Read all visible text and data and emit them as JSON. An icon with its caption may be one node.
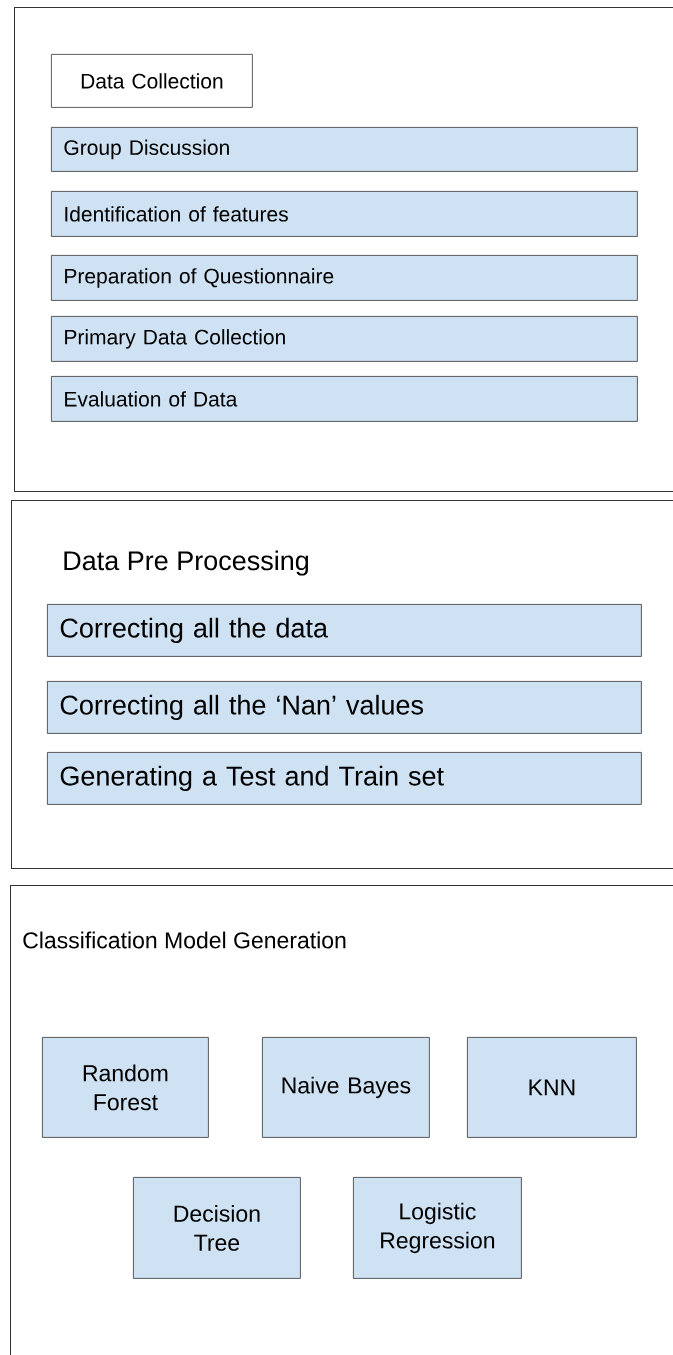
{
  "diagram": {
    "nodes": [
      {
        "text": [],
        "shape": "box"
      },
      {
        "text": [
          "Data Collection"
        ],
        "in": 0
      },
      {
        "text": [
          "Group Discussion"
        ],
        "in": 0
      },
      {
        "text": [
          "Identification of features"
        ],
        "in": 0
      },
      {
        "text": [
          "Preparation of Questionnaire"
        ],
        "in": 0
      },
      {
        "text": [
          "Primary Data Collection"
        ],
        "in": 0
      },
      {
        "text": [
          "Evaluation of Data"
        ],
        "in": 0
      },
      {
        "text": [
          "Data Pre Processing"
        ]
      },
      {
        "text": [
          "Correcting all the data"
        ],
        "in": 7
      },
      {
        "text": [
          "Correcting  all the ‘Nan’ values"
        ],
        "in": 7
      },
      {
        "text": [
          "Generating a Test and Train set"
        ],
        "in": 7
      },
      {
        "text": [
          "Classification Model Generation"
        ]
      },
      {
        "text": [
          "Random Forest"
        ],
        "in": 11
      },
      {
        "text": [
          "Naive Bayes"
        ],
        "in": 11
      },
      {
        "text": [
          "KNN"
        ],
        "in": 11
      },
      {
        "text": [
          "Decision Tree"
        ],
        "in": 11
      },
      {
        "text": [
          "Logistic Regression"
        ],
        "in": 11
      }
    ]
  }
}
